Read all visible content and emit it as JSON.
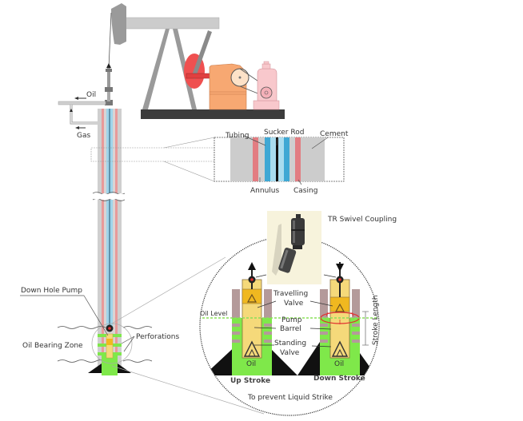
{
  "surface": {
    "labels": {
      "oil": "Oil",
      "gas": "Gas"
    }
  },
  "cross_section": {
    "labels": {
      "tubing": "Tubing",
      "sucker_rod": "Sucker Rod",
      "cement": "Cement",
      "annulus": "Annulus",
      "casing": "Casing"
    }
  },
  "downhole": {
    "labels": {
      "down_hole_pump": "Down Hole Pump",
      "oil_bearing_zone": "Oil Bearing Zone",
      "perforations": "Perforations"
    }
  },
  "detail": {
    "coupling_label": "TR Swivel Coupling",
    "labels": {
      "oil_level": "Oil Level",
      "travelling_valve_1": "Travelling",
      "travelling_valve_2": "Valve",
      "pump_barrel_1": "Pump",
      "pump_barrel_2": "Barrel",
      "standing_valve_1": "Standing",
      "standing_valve_2": "Valve",
      "stroke_length": "Stroke Length",
      "oil_left": "Oil",
      "oil_right": "Oil",
      "up_stroke": "Up Stroke",
      "down_stroke": "Down Stroke",
      "caption": "To prevent Liquid Strike"
    }
  },
  "colors": {
    "steel": "#c8c8c8",
    "casing": "#e88a8a",
    "tubing": "#5ab4d6",
    "counterweight": "#ef5050",
    "gearbox": "#f7a872",
    "motor": "#f8c8cc",
    "oil_green": "#7fe84a",
    "pump_yellow": "#f5d97a",
    "valve_orange": "#f0b820",
    "formation": "#b49a9a"
  }
}
